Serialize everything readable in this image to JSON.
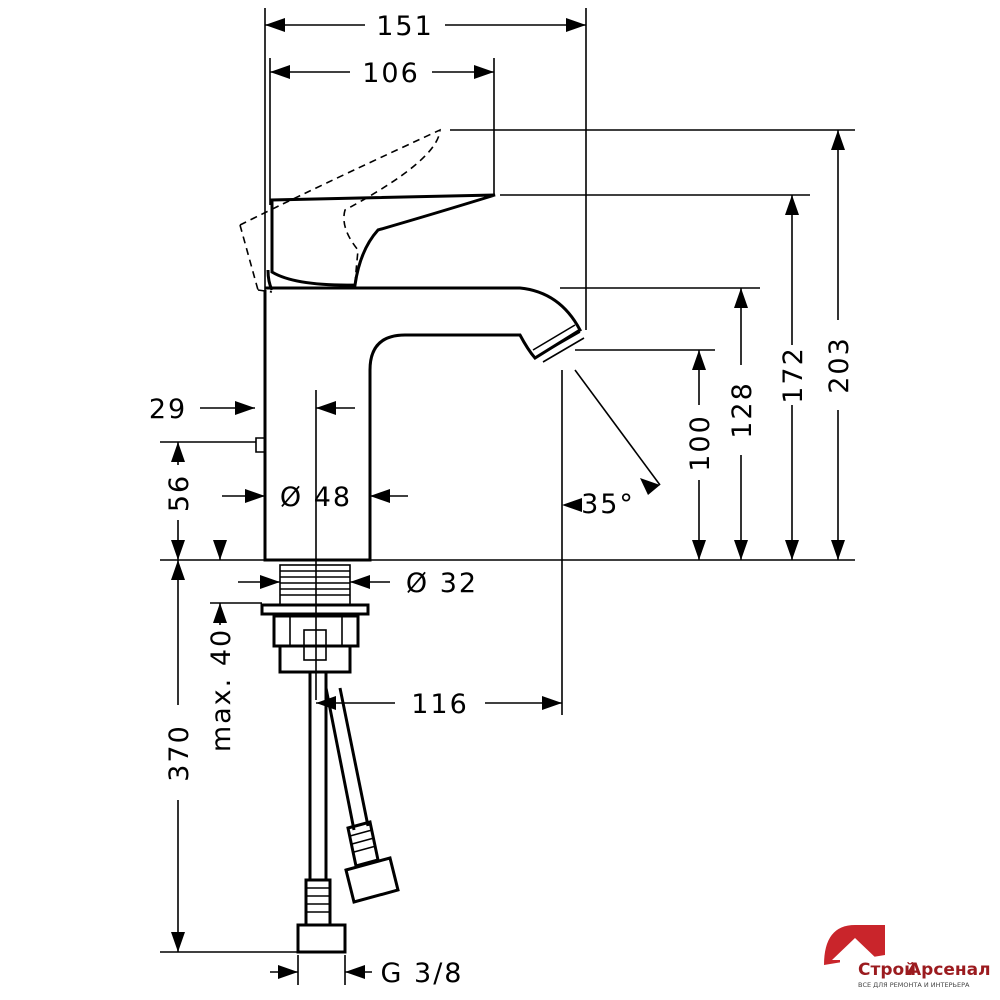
{
  "dimensions": {
    "width_total": "151",
    "width_spout": "106",
    "height_total": "203",
    "height_lever": "172",
    "height_spout": "128",
    "height_outlet": "100",
    "offset_knob": "29",
    "height_knob": "56",
    "body_diameter": "Ø 48",
    "thread_diameter": "Ø 32",
    "max_thickness": "max. 40",
    "hose_length": "370",
    "reach_center": "116",
    "spray_angle": "35°",
    "connection": "G 3/8"
  },
  "logo": {
    "brand_part1": "Строй",
    "brand_part2": "Арсенал",
    "tagline": "ВСЕ ДЛЯ РЕМОНТА И ИНТЕРЬЕРА",
    "brand_color": "#9b1b1f"
  }
}
